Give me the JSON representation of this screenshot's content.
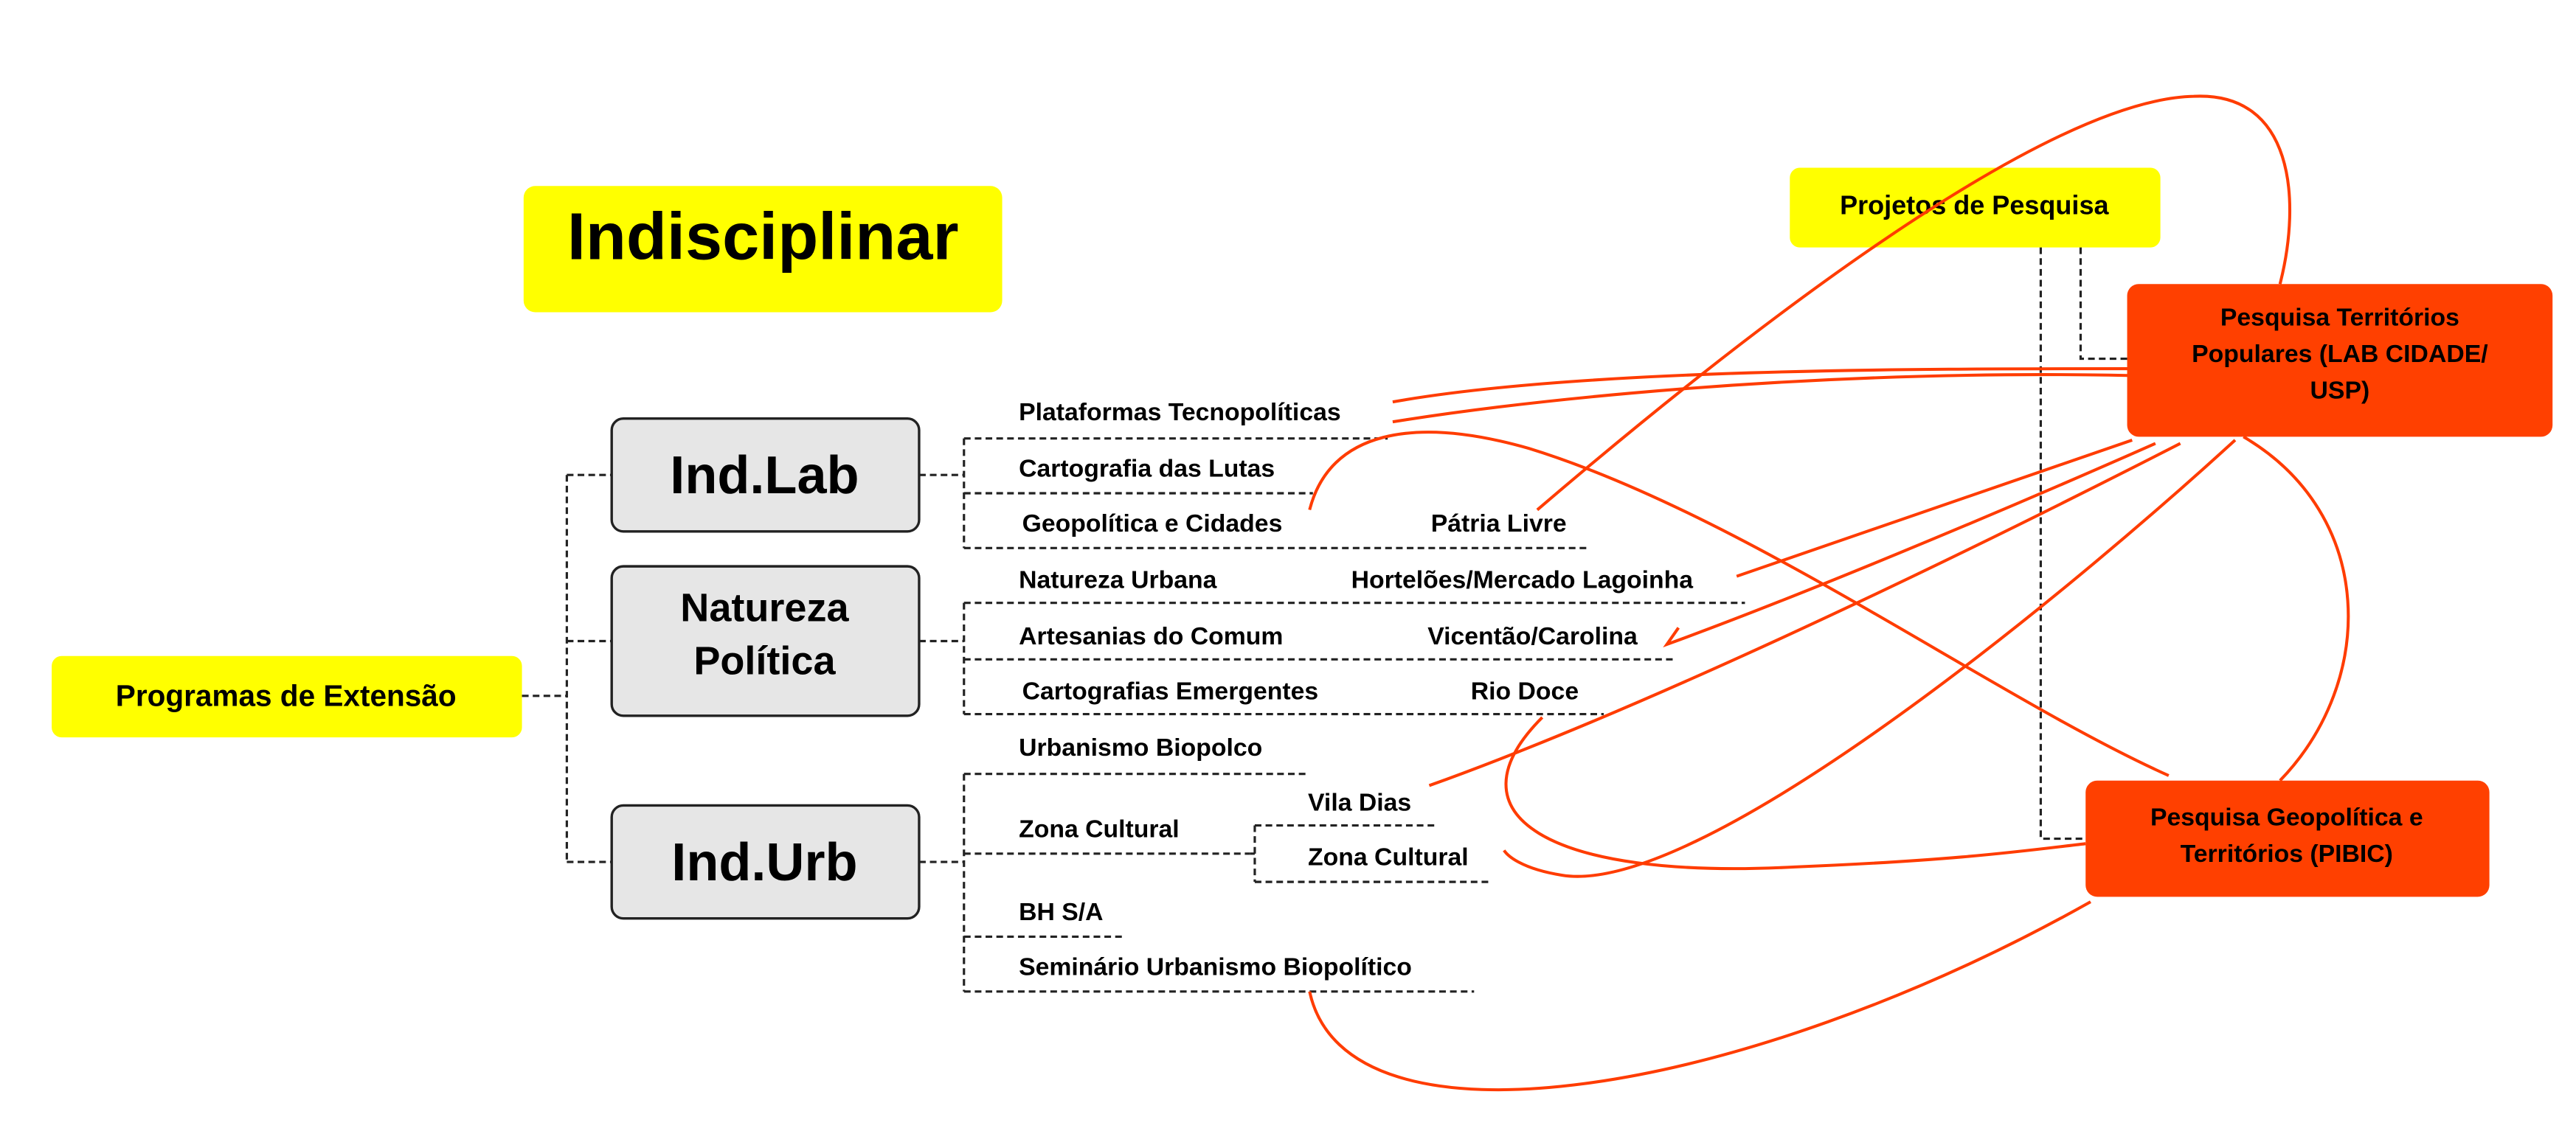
{
  "title": "Indisciplinar",
  "root": "Programas de Extensão",
  "research_header": "Projetos de Pesquisa",
  "research": [
    {
      "line1": "Pesquisa Territórios",
      "line2": "Populares (LAB CIDADE/",
      "line3": "USP)"
    },
    {
      "line1": "Pesquisa Geopolítica e",
      "line2": "Territórios (PIBIC)"
    }
  ],
  "programs": [
    {
      "label": "Ind.Lab",
      "items": [
        {
          "label": "Plataformas Tecnopolíticas"
        },
        {
          "label": "Cartografia das Lutas"
        },
        {
          "label": "Geopolítica e Cidades",
          "sub": "Pátria Livre"
        }
      ]
    },
    {
      "label1": "Natureza",
      "label2": "Política",
      "items": [
        {
          "label": "Natureza Urbana",
          "sub": "Hortelões/Mercado Lagoinha"
        },
        {
          "label": "Artesanias do Comum",
          "sub": "Vicentão/Carolina"
        },
        {
          "label": "Cartografias Emergentes",
          "sub": "Rio Doce"
        }
      ]
    },
    {
      "label": "Ind.Urb",
      "items": [
        {
          "label": "Urbanismo Biopolco"
        },
        {
          "label": "Zona Cultural",
          "subs": [
            "Vila Dias",
            "Zona Cultural"
          ]
        },
        {
          "label": "BH S/A"
        },
        {
          "label": "Seminário Urbanismo Biopolítico"
        }
      ]
    }
  ],
  "colors": {
    "yellow": "#ffff00",
    "orange": "#ff4000",
    "gray": "#e6e6e6",
    "link": "#ff3c00"
  }
}
